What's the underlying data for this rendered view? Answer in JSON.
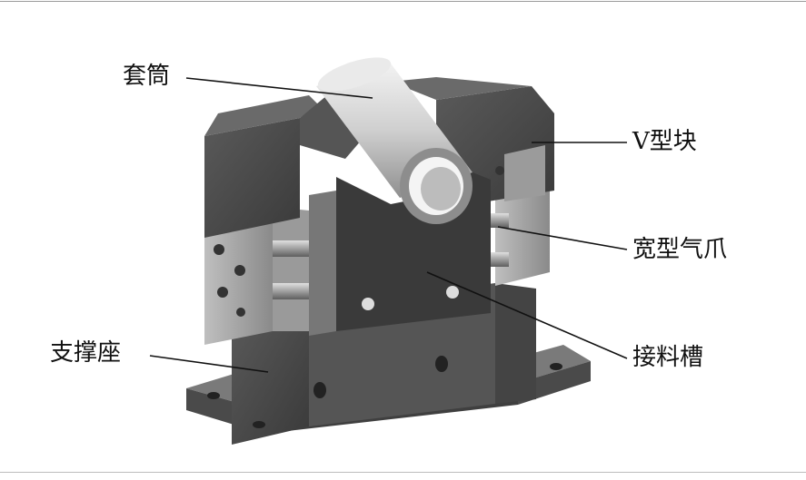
{
  "labels": {
    "sleeve": "套筒",
    "v_block": "V型块",
    "wide_gripper": "宽型气爪",
    "receiving_trough": "接料槽",
    "support_base": "支撑座"
  },
  "colors": {
    "dark_metal": "#4a4a4a",
    "mid_metal": "#6b6b6b",
    "light_metal": "#b8b8b8",
    "tube": "#d9d9d9",
    "background": "#ffffff",
    "leader": "#111111"
  }
}
